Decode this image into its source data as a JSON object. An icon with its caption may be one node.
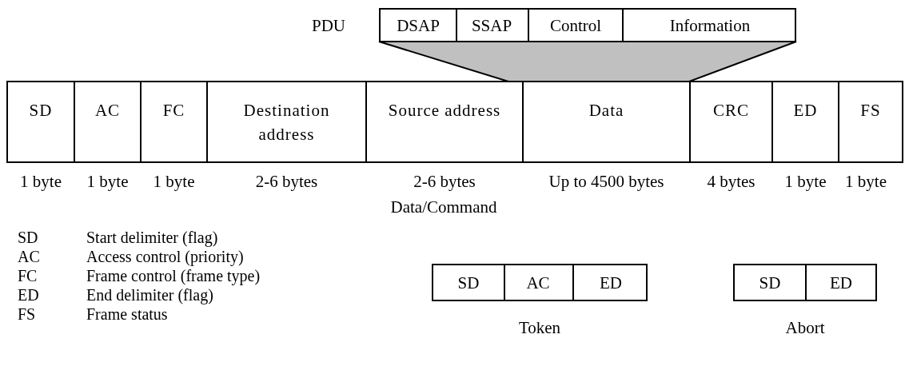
{
  "diagram": {
    "nodes": [
      {
        "text": [
          "PDU"
        ]
      },
      {
        "text": [
          "DSAP"
        ],
        "in": 0
      },
      {
        "text": [
          "SSAP"
        ],
        "in": 0
      },
      {
        "text": [
          "Control"
        ],
        "in": 0
      },
      {
        "text": [
          "Information"
        ],
        "in": 0
      },
      {
        "text": [
          "SD"
        ],
        "beside": [
          "1 byte"
        ]
      },
      {
        "text": [
          "AC"
        ],
        "beside": [
          "1 byte"
        ]
      },
      {
        "text": [
          "FC"
        ],
        "beside": [
          "1 byte"
        ]
      },
      {
        "text": [
          "Destination address"
        ],
        "beside": [
          "2-6 bytes"
        ]
      },
      {
        "text": [
          "Source address"
        ],
        "beside": [
          "2-6 bytes"
        ]
      },
      {
        "text": [
          "Data"
        ],
        "beside": [
          "Up to 4500 bytes"
        ]
      },
      {
        "text": [
          "CRC"
        ],
        "beside": [
          "4 bytes"
        ]
      },
      {
        "text": [
          "ED"
        ],
        "beside": [
          "1 byte"
        ]
      },
      {
        "text": [
          "FS"
        ],
        "beside": [
          "1 byte"
        ]
      },
      {
        "text": [
          "Token"
        ]
      },
      {
        "text": [
          "SD"
        ],
        "in": 14
      },
      {
        "text": [
          "AC"
        ],
        "in": 14
      },
      {
        "text": [
          "ED"
        ],
        "in": 14
      },
      {
        "text": [
          "Abort"
        ]
      },
      {
        "text": [
          "SD"
        ],
        "in": 18
      },
      {
        "text": [
          "ED"
        ],
        "in": 18
      },
      {
        "text": [],
        "shape": "trapezoid"
      }
    ],
    "labels": [
      "Data/Command",
      "SD",
      "Start delimiter (flag)",
      "AC",
      "Access control (priority)",
      "FC",
      "Frame control (frame type)",
      "ED",
      "End delimiter (flag)",
      "FS",
      "Frame status"
    ]
  }
}
